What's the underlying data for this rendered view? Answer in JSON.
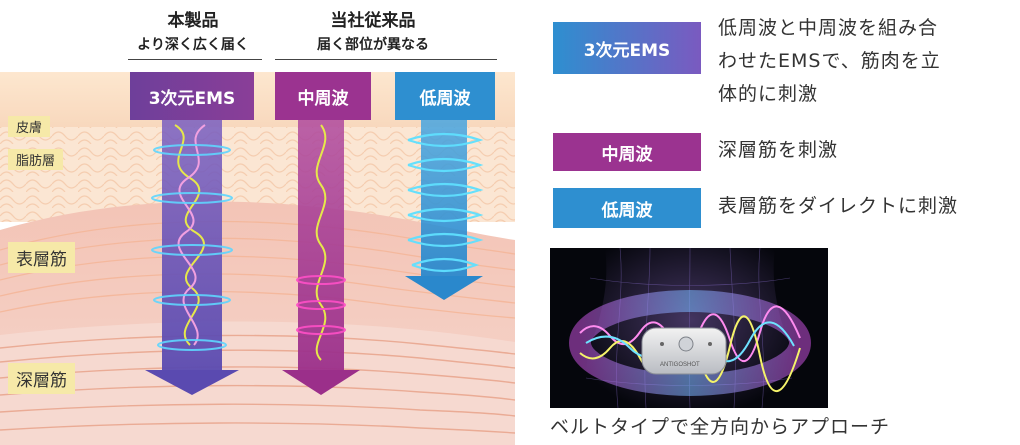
{
  "header": {
    "ours_title": "本製品",
    "ours_sub": "より深く広く届く",
    "others_title": "当社従来品",
    "others_sub": "届く部位が異なる"
  },
  "arrows": [
    {
      "label": "3次元EMS",
      "color": "#7a3f9a"
    },
    {
      "label": "中周波",
      "color": "#9b3390"
    },
    {
      "label": "低周波",
      "color": "#2e8fd0"
    }
  ],
  "layers": {
    "skin": "皮膚",
    "fat": "脂肪層",
    "surface_muscle": "表層筋",
    "deep_muscle": "深層筋"
  },
  "legend": [
    {
      "tag": "3次元EMS",
      "lines": [
        "低周波と中周波を組み合",
        "わせたEMSで、筋肉を立",
        "体的に刺激"
      ],
      "color": "#2e8fd0"
    },
    {
      "tag": "中周波",
      "lines": [
        "深層筋を刺激"
      ],
      "color": "#9b3390"
    },
    {
      "tag": "低周波",
      "lines": [
        "表層筋をダイレクトに刺激"
      ],
      "color": "#2e8fd0"
    }
  ],
  "photo": {
    "device_text": "ANTIGOSHOT",
    "caption": "ベルトタイプで全方向からアプローチ"
  },
  "colors": {
    "ems_gradient_start": "#2f8fd0",
    "ems_gradient_end": "#9b3390",
    "mid_freq": "#9b3390",
    "low_freq": "#2e8fd0",
    "layer_label_bg": "#f6e9a8"
  }
}
